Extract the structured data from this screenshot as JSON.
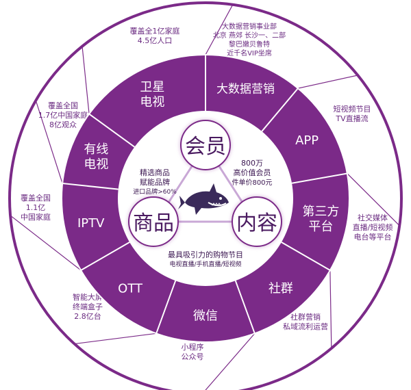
{
  "colors": {
    "accent": "#7b2a88",
    "outer_ring": "#ffffff",
    "inner_circle": "#ffffff",
    "text_dark": "#3a1550",
    "text_purple": "#6a2a80",
    "text_white": "#ffffff",
    "triangle_line": "#c9a8d6"
  },
  "center": {
    "member": "会员",
    "goods": "商品",
    "content": "内容",
    "goods_desc": [
      "精选商品",
      "赋能品牌",
      "进口品牌>60%"
    ],
    "member_desc": [
      "800万",
      "高价值会员",
      "件单价800元"
    ],
    "content_desc": [
      "最具吸引力的购物节目",
      "电视直播/手机直播/短视频"
    ],
    "logo_icon": "shark-icon"
  },
  "channels": [
    {
      "label": [
        "卫星",
        "电视"
      ],
      "desc": [
        "覆盖全1亿家庭",
        "4.5亿人口"
      ]
    },
    {
      "label": [
        "大数据营销"
      ],
      "desc": [
        "大数据营销事业部",
        "北京 燕郊 长沙一、二部",
        "黎巴嫩贝鲁特",
        "近千名VIP坐席"
      ]
    },
    {
      "label": [
        "APP"
      ],
      "desc": [
        "短视频节目",
        "TV直播流"
      ]
    },
    {
      "label": [
        "第三方",
        "平台"
      ],
      "desc": [
        "社交媒体",
        "直播/短视频",
        "电台等平台"
      ]
    },
    {
      "label": [
        "社群"
      ],
      "desc": [
        "社群营销",
        "私域流利运营"
      ]
    },
    {
      "label": [
        "微信"
      ],
      "desc": [
        "小程序",
        "公众号"
      ]
    },
    {
      "label": [
        "OTT"
      ],
      "desc": [
        "智能大屏",
        "终端盒子",
        "2.8亿台"
      ]
    },
    {
      "label": [
        "IPTV"
      ],
      "desc": [
        "覆盖全国",
        "1.1亿",
        "中国家庭"
      ]
    },
    {
      "label": [
        "有线",
        "电视"
      ],
      "desc": [
        "覆盖全国",
        "1.7亿中国家庭",
        "8亿观众"
      ]
    }
  ]
}
